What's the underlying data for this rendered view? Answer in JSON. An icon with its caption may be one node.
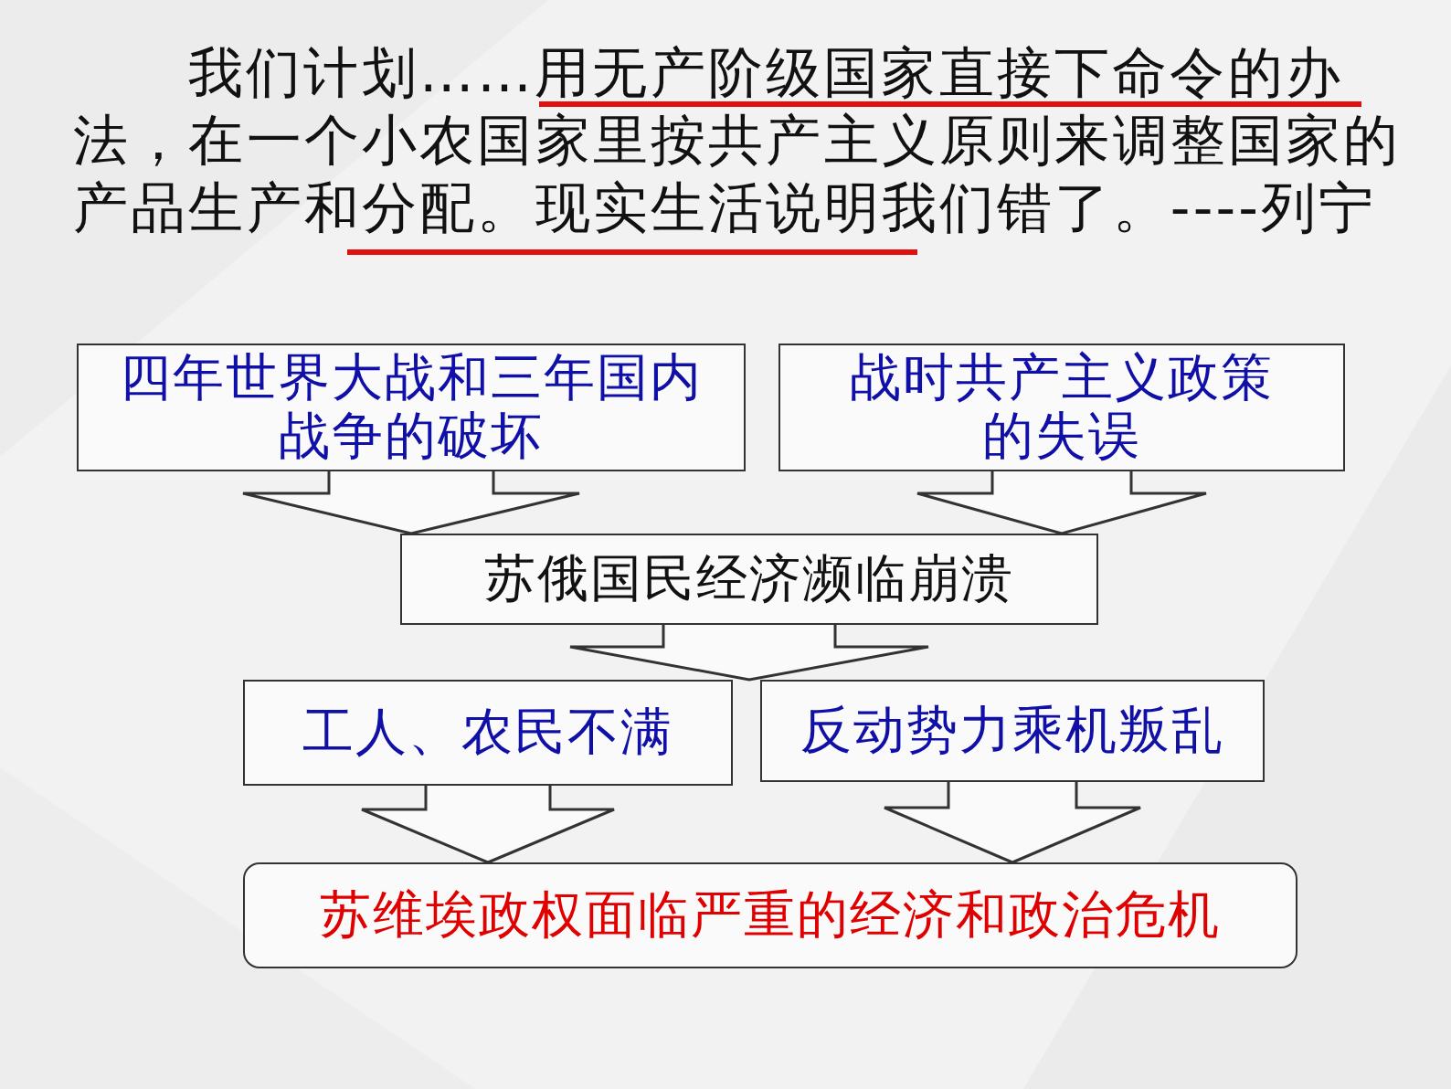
{
  "diagram": {
    "nodes": [
      {
        "text": [
          "四年世界大战和三年国内战争的破坏"
        ]
      },
      {
        "text": [
          "战时共产主义政策的失误"
        ]
      },
      {
        "text": [
          "苏俄国民经济濒临崩溃"
        ]
      },
      {
        "text": [
          "工人、农民不满"
        ]
      },
      {
        "text": [
          "反动势力乘机叛乱"
        ]
      },
      {
        "text": [
          "苏维埃政权面临严重的经济和政治危机"
        ]
      }
    ],
    "edges": [
      {
        "from": 0,
        "to": 2,
        "arrow": "to"
      },
      {
        "from": 1,
        "to": 2,
        "arrow": "to"
      },
      {
        "from": 2,
        "to": 3,
        "arrow": "to"
      },
      {
        "from": 2,
        "to": 4,
        "arrow": "to"
      },
      {
        "from": 3,
        "to": 5,
        "arrow": "to"
      },
      {
        "from": 4,
        "to": 5,
        "arrow": "to"
      }
    ],
    "labels": [
      "我们计划……用无产阶级国家直接下命令的办法，在一个小农国家里按共产主义原则来调整国家的产品生产和分配。现实生活说明我们错了。----列宁"
    ]
  }
}
